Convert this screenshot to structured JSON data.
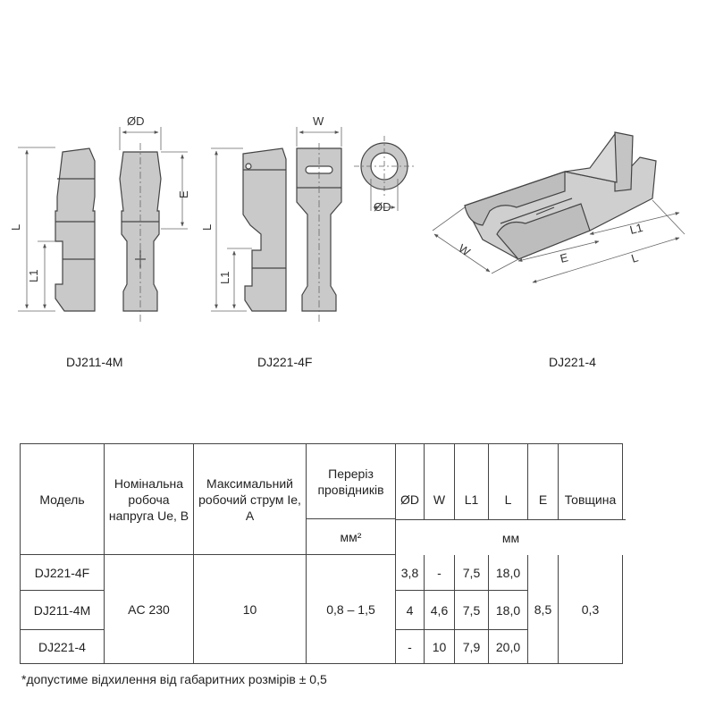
{
  "drawings": {
    "captions": [
      "DJ211-4M",
      "DJ221-4F",
      "DJ221-4"
    ],
    "dim_labels": {
      "L": "L",
      "L1": "L1",
      "E": "E",
      "D": "ØD",
      "W": "W"
    }
  },
  "table": {
    "headers": {
      "model": "Модель",
      "voltage": "Номінальна робоча напруга Ue, В",
      "current": "Максимальний робочий струм Ie, А",
      "section": "Переріз провідників",
      "d": "ØD",
      "w": "W",
      "l1": "L1",
      "l": "L",
      "e": "E",
      "thickness": "Товщина"
    },
    "units": {
      "section": "мм²",
      "dims": "мм"
    },
    "rows": [
      {
        "model": "DJ221-4F",
        "d": "3,8",
        "w": "-",
        "l1": "7,5",
        "l": "18,0"
      },
      {
        "model": "DJ211-4M",
        "d": "4",
        "w": "4,6",
        "l1": "7,5",
        "l": "18,0"
      },
      {
        "model": "DJ221-4",
        "d": "-",
        "w": "10",
        "l1": "7,9",
        "l": "20,0"
      }
    ],
    "shared": {
      "voltage": "AC 230",
      "current": "10",
      "section": "0,8 – 1,5",
      "e": "8,5",
      "thickness": "0,3"
    }
  },
  "footnote": "*допустиме відхилення від габаритних розмірів ± 0,5"
}
